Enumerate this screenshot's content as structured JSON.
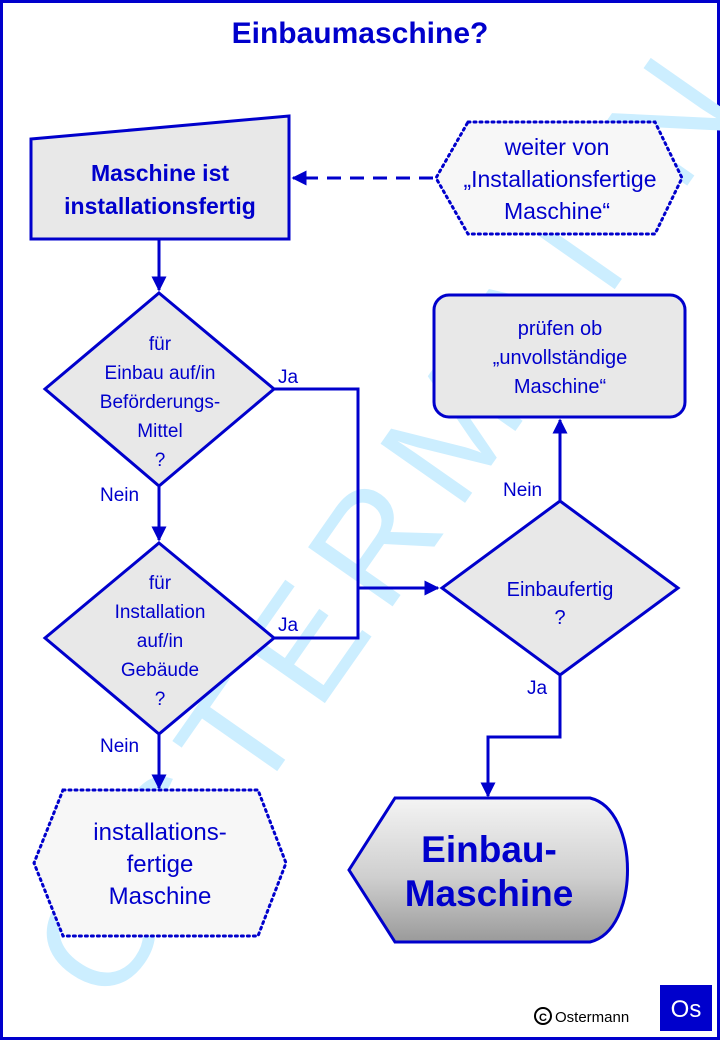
{
  "title": "Einbaumaschine?",
  "watermark": "OSTERMANN",
  "nodes": {
    "start": [
      "Maschine ist",
      "installationsfertig"
    ],
    "continue_from": [
      "weiter von",
      "„Installationsfertige",
      "Maschine“"
    ],
    "decision_transport": [
      "für",
      "Einbau auf/in",
      "Beförderungs-",
      "Mittel",
      "?"
    ],
    "decision_building": [
      "für",
      "Installation",
      "auf/in",
      "Gebäude",
      "?"
    ],
    "decision_ready": [
      "Einbaufertig",
      "?"
    ],
    "check_incomplete": [
      "prüfen ob",
      "„unvollständige",
      "Maschine“"
    ],
    "result_installation_ready": [
      "installations-",
      "fertige",
      "Maschine"
    ],
    "result_built_in": [
      "Einbau-",
      "Maschine"
    ]
  },
  "edge_labels": {
    "transport_yes": "Ja",
    "transport_no": "Nein",
    "building_yes": "Ja",
    "building_no": "Nein",
    "ready_no": "Nein",
    "ready_yes": "Ja"
  },
  "footer": {
    "copyright_symbol": "C",
    "copyright": "Ostermann",
    "logo": "Os"
  },
  "colors": {
    "primary": "#0000cc",
    "box_fill": "#e8e8e8",
    "watermark": "#cceeff",
    "gradient_dark": "#9a9a9a"
  }
}
